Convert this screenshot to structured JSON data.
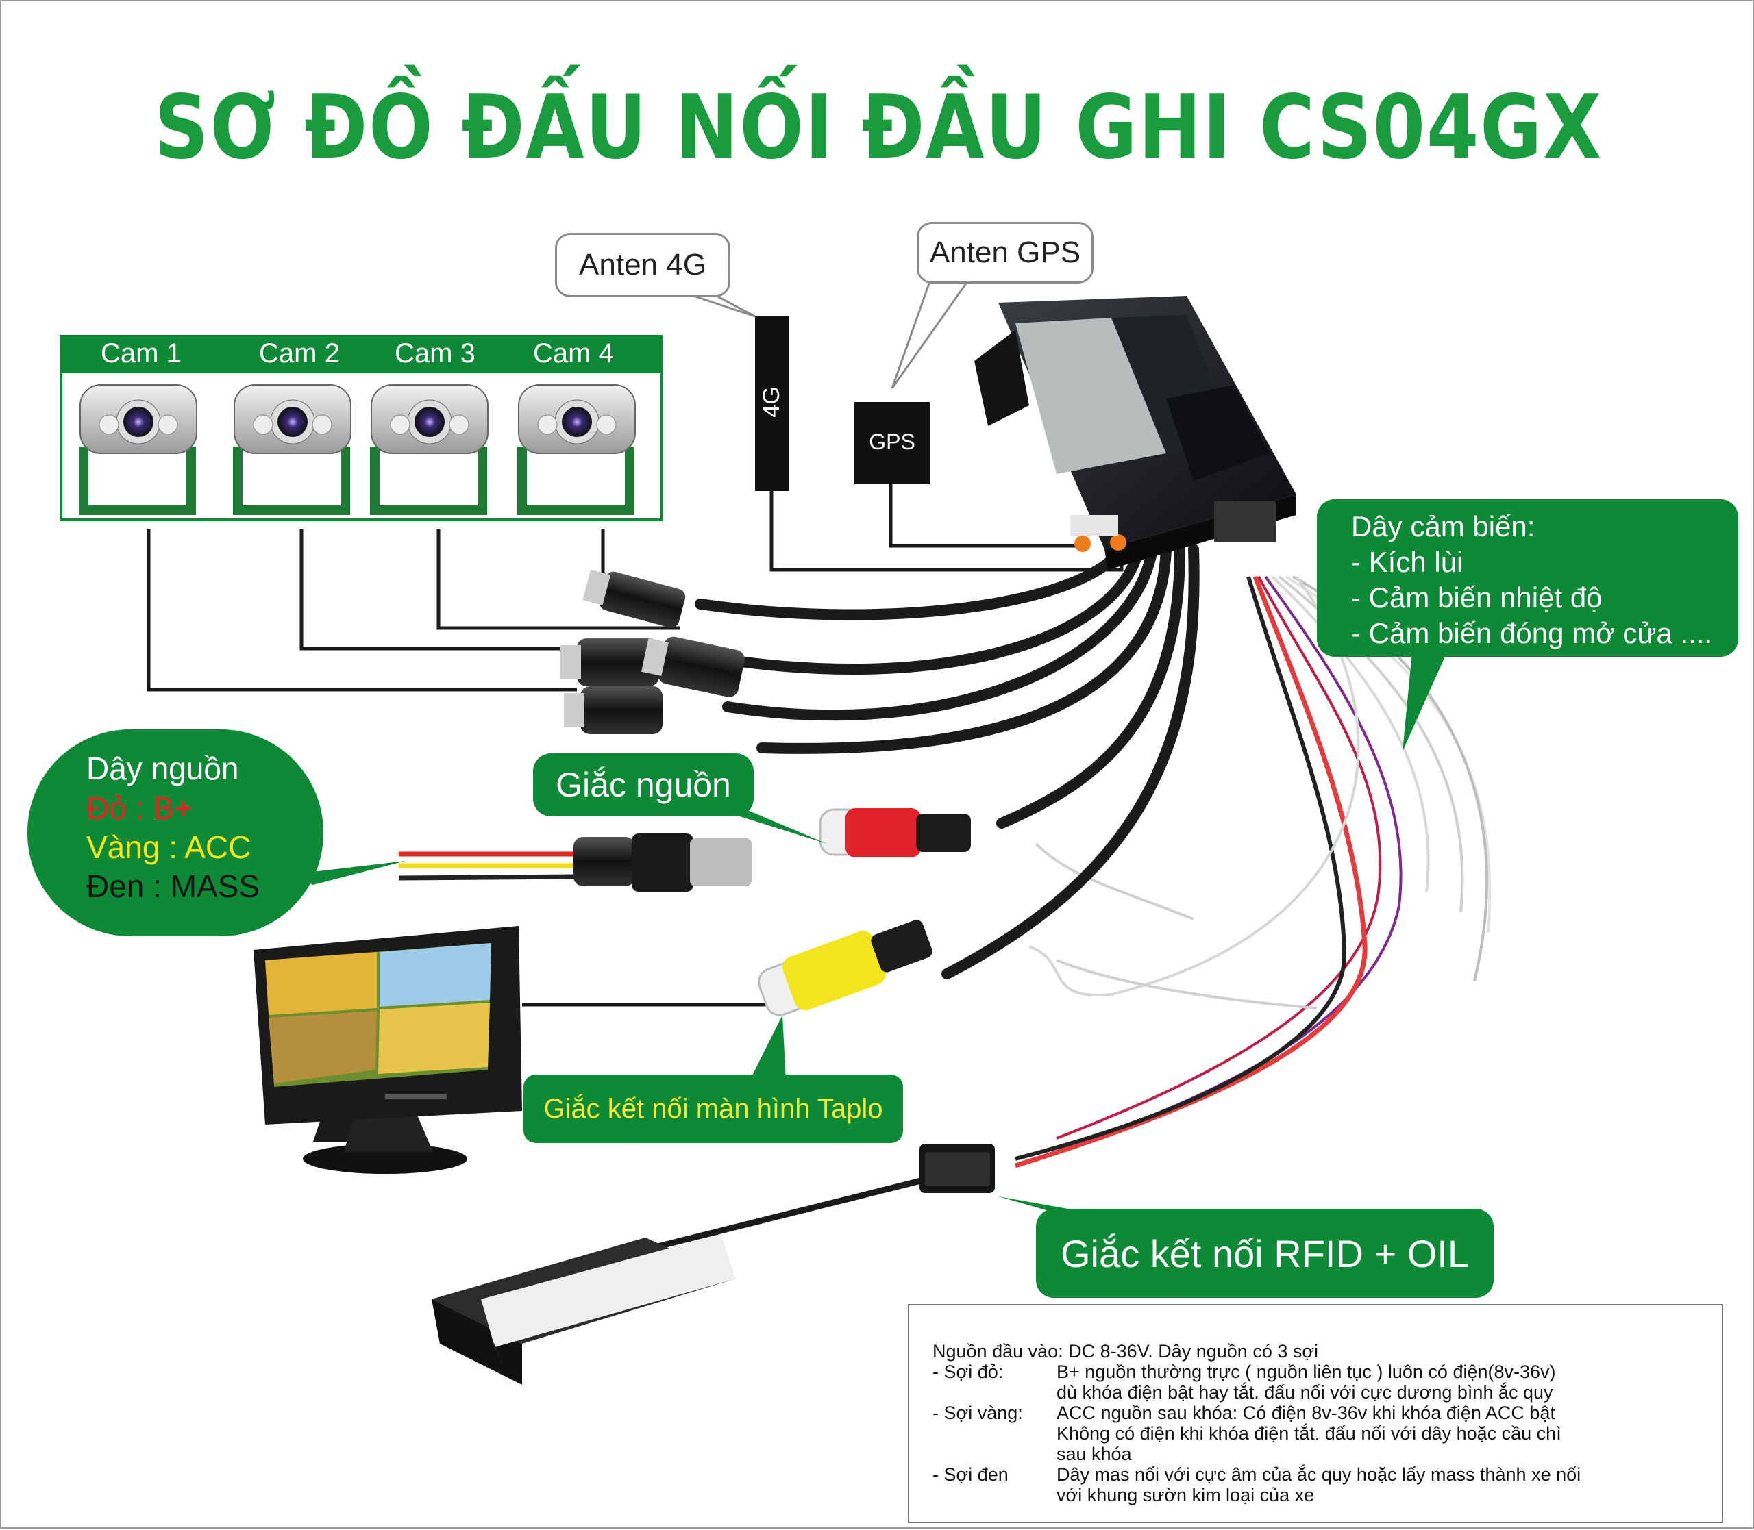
{
  "title": "SƠ ĐỒ ĐẤU NỐI ĐẦU GHI CS04GX",
  "antennas": {
    "callout_4g": "Anten 4G",
    "callout_gps": "Anten GPS",
    "label_4g": "4G",
    "label_gps": "GPS"
  },
  "cameras": [
    "Cam 1",
    "Cam 2",
    "Cam 3",
    "Cam 4"
  ],
  "sensor_box": {
    "title": "Dây cảm biến:",
    "items": [
      "- Kích lùi",
      "- Cảm biến nhiệt độ",
      "- Cảm biến đóng mở cửa ...."
    ]
  },
  "power_box": {
    "title": "Dây nguồn",
    "red": "Đỏ : B+",
    "yellow": "Vàng : ACC",
    "black": "Đen : MASS"
  },
  "labels": {
    "power_jack": "Giắc nguồn",
    "monitor_jack": "Giắc kết nối màn hình Taplo",
    "rfid_jack": "Giắc kết nối RFID + OIL"
  },
  "info": {
    "heading": "Nguồn đầu vào: DC 8-36V. Dây nguồn có 3 sợi",
    "red_label": "- Sợi đỏ:",
    "red_line1": "B+ nguồn thường trực ( nguồn liên tục ) luôn có điện(8v-36v)",
    "red_line2": "dù khóa điện bật hay tắt. đấu nối với cực dương bình ắc quy",
    "yellow_label": "- Sợi vàng:",
    "yellow_line1": "ACC nguồn sau khóa: Có điện 8v-36v khi khóa điện ACC bật",
    "yellow_line2": "Không có điện khi khóa điện tắt. đấu nối với dây hoặc cầu chì",
    "yellow_line3": "sau khóa",
    "black_label": "- Sợi đen",
    "black_line1": "Dây mas nối với cực âm của ắc quy hoặc lấy mass thành xe nối",
    "black_line2": "với khung sườn kim loại của xe"
  },
  "colors": {
    "title_green": "#1a9b3e",
    "box_green": "#0e8a36",
    "red_text": "#e8231f",
    "yellow_text": "#f4e61c",
    "monitor_label_yellow": "#f2ea3a"
  }
}
